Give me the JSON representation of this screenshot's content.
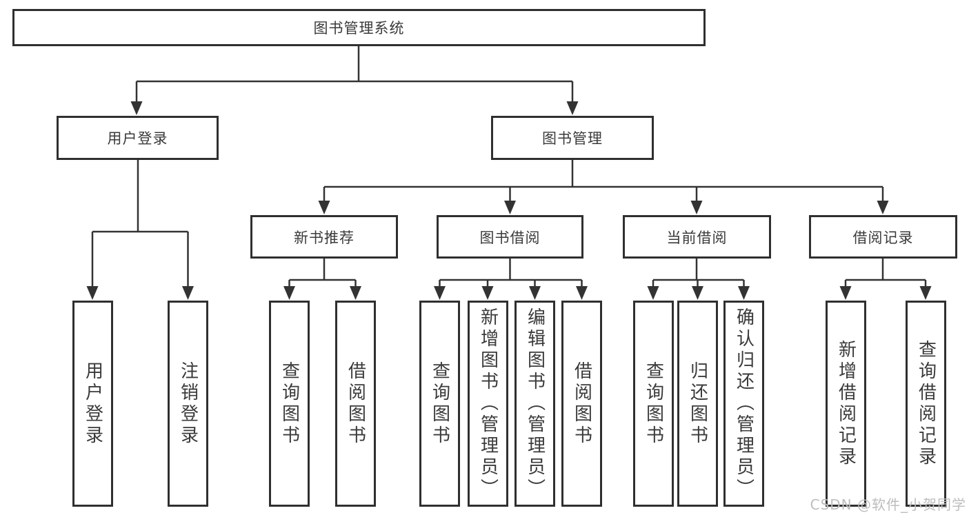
{
  "diagram_type": "hierarchy-tree",
  "colors": {
    "background": "#ffffff",
    "line": "#333333",
    "box_border": "#2f2f2f",
    "text": "#3a3a3a",
    "watermark": "#bdbdbd"
  },
  "tree": {
    "label": "图书管理系统",
    "children": [
      {
        "label": "用户登录",
        "children": [
          {
            "label": "用户登录"
          },
          {
            "label": "注销登录"
          }
        ]
      },
      {
        "label": "图书管理",
        "children": [
          {
            "label": "新书推荐",
            "children": [
              {
                "label": "查询图书"
              },
              {
                "label": "借阅图书"
              }
            ]
          },
          {
            "label": "图书借阅",
            "children": [
              {
                "label": "查询图书"
              },
              {
                "label": "新增图书（管理员）"
              },
              {
                "label": "编辑图书（管理员）"
              },
              {
                "label": "借阅图书"
              }
            ]
          },
          {
            "label": "当前借阅",
            "children": [
              {
                "label": "查询图书"
              },
              {
                "label": "归还图书"
              },
              {
                "label": "确认归还（管理员）"
              }
            ]
          },
          {
            "label": "借阅记录",
            "children": [
              {
                "label": "新增借阅记录"
              },
              {
                "label": "查询借阅记录"
              }
            ]
          }
        ]
      }
    ]
  },
  "watermark": "CSDN @软件_小贺同学"
}
